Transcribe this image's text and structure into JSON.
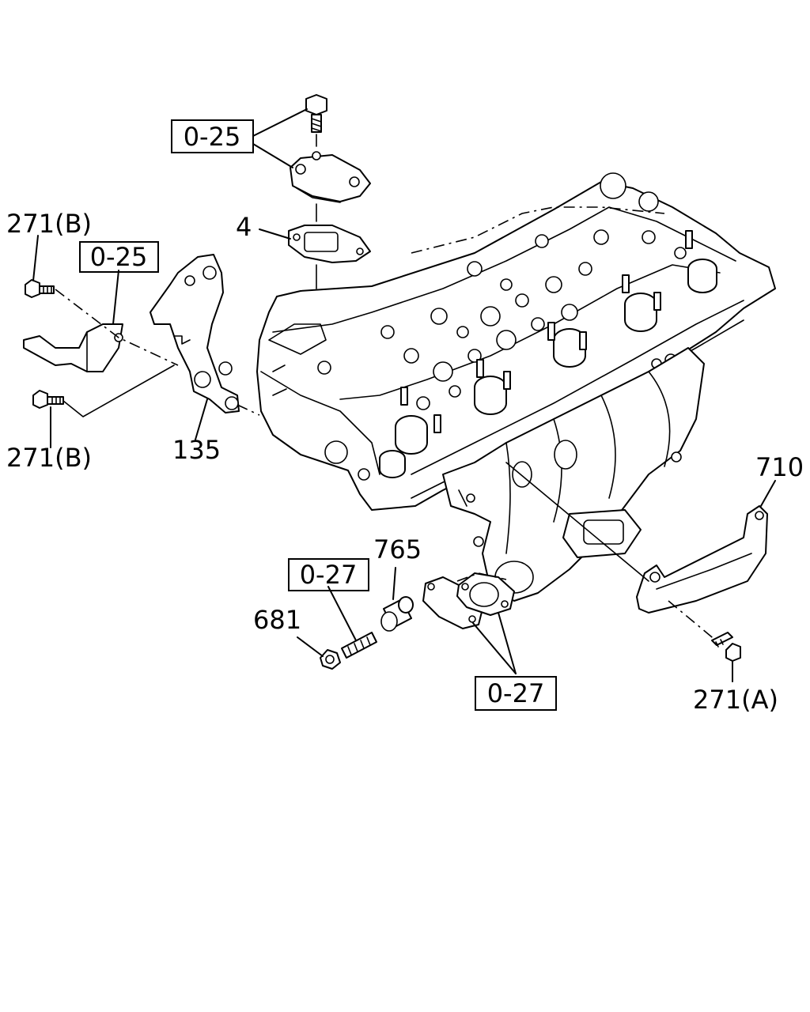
{
  "callouts": {
    "ref_025_top": "0-25",
    "ref_025_left": "0-25",
    "ref_027_left": "0-27",
    "ref_027_bottom": "0-27",
    "part_4": "4",
    "part_135": "135",
    "part_271b_top": "271(B)",
    "part_271b_bottom": "271(B)",
    "part_271a": "271(A)",
    "part_681": "681",
    "part_710": "710",
    "part_765": "765"
  }
}
